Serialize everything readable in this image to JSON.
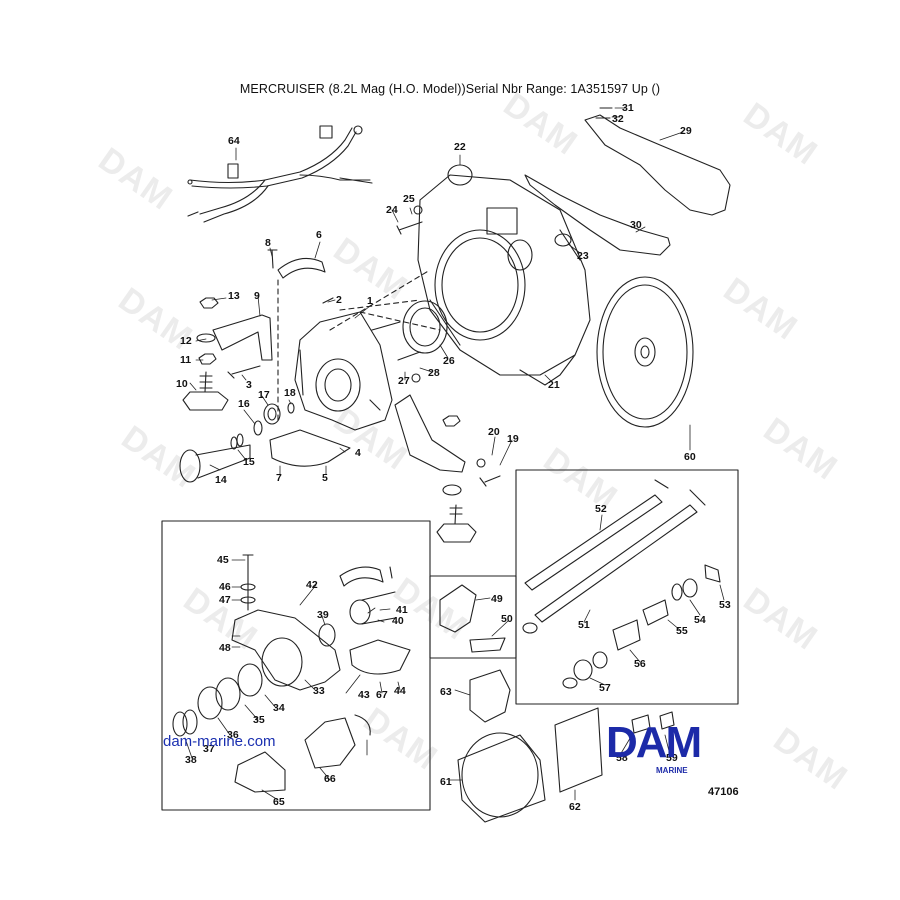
{
  "header": {
    "title": "MERCRUISER (8.2L Mag (H.O. Model))Serial Nbr Range: 1A351597  Up ()"
  },
  "callouts": [
    "64",
    "8",
    "6",
    "2",
    "1",
    "13",
    "9",
    "12",
    "11",
    "10",
    "3",
    "16",
    "17",
    "18",
    "14",
    "15",
    "7",
    "5",
    "4",
    "22",
    "25",
    "24",
    "23",
    "26",
    "27",
    "28",
    "21",
    "31",
    "32",
    "29",
    "30",
    "20",
    "19",
    "60",
    "45",
    "46",
    "47",
    "42",
    "39",
    "41",
    "40",
    "48",
    "33",
    "34",
    "35",
    "36",
    "37",
    "38",
    "43",
    "67",
    "44",
    "65",
    "66",
    "49",
    "50",
    "52",
    "51",
    "53",
    "54",
    "55",
    "56",
    "57",
    "63",
    "61",
    "62",
    "58",
    "59"
  ],
  "link": "dam-marine.com",
  "diagram_id": "47106",
  "logo": {
    "text": "DAM",
    "sub": "MARINE",
    "color": "#1c2aa8"
  },
  "watermark": "DAM"
}
